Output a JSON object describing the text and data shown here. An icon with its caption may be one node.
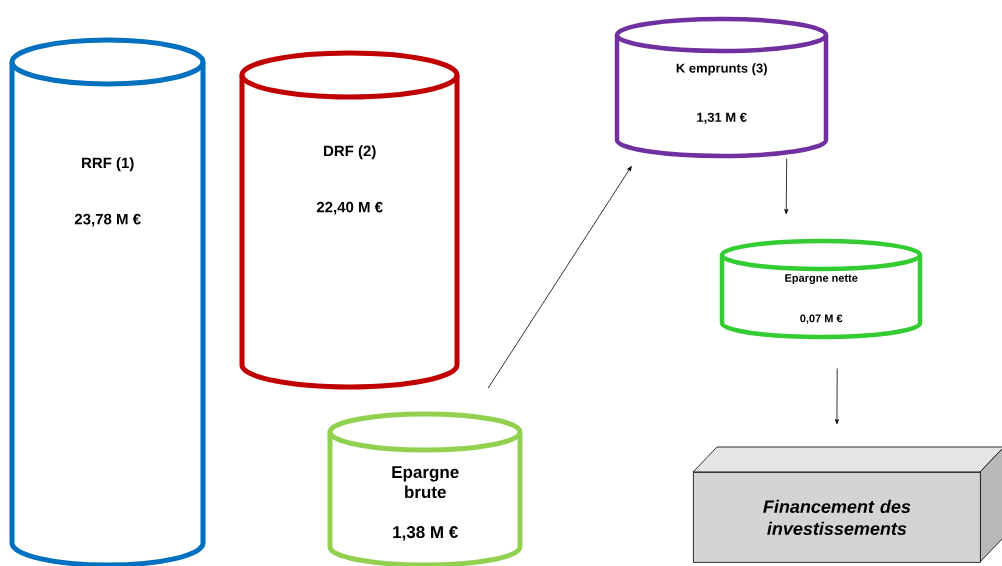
{
  "diagram": {
    "nodes": [
      {
        "text": [
          "RRF (1)",
          "23,78 M €"
        ]
      },
      {
        "text": [
          "DRF (2)",
          "22,40 M €"
        ]
      },
      {
        "text": [
          "Epargne brute",
          "1,38 M €"
        ]
      },
      {
        "text": [
          "K emprunts (3)",
          "1,31 M €"
        ]
      },
      {
        "text": [
          "Epargne nette",
          "0,07 M €"
        ]
      },
      {
        "text": [
          "Financement des investissements"
        ]
      }
    ],
    "edges": [
      {
        "from": 2,
        "to": 3,
        "arrow": "to"
      },
      {
        "from": 3,
        "to": 4,
        "arrow": "to"
      },
      {
        "from": 4,
        "to": 5,
        "arrow": "to"
      }
    ]
  }
}
